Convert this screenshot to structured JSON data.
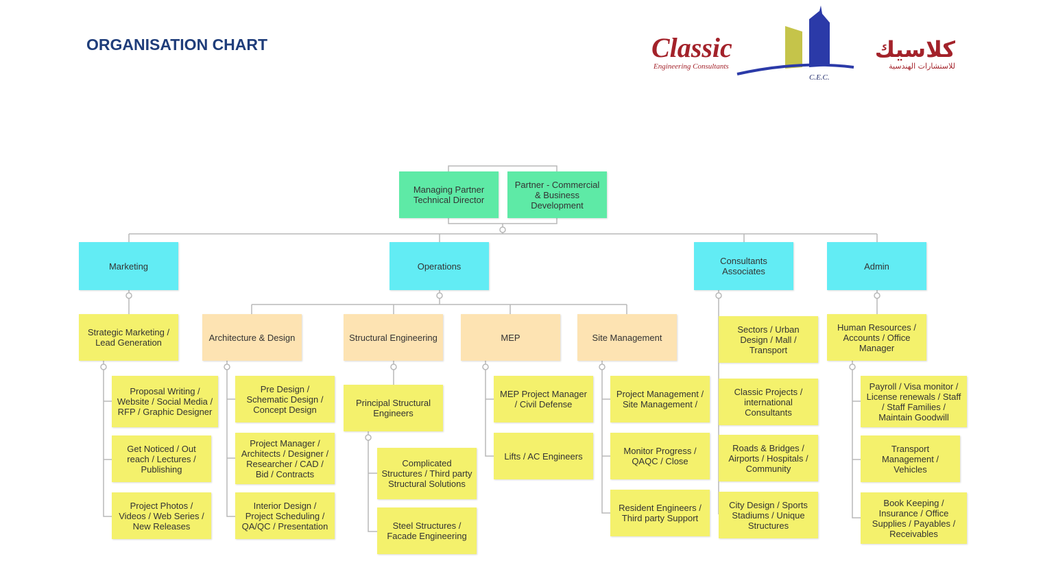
{
  "header": {
    "title": "ORGANISATION CHART",
    "logo": {
      "name_en": "Classic",
      "subtitle_en": "Engineering Consultants",
      "initials": "C.E.C.",
      "name_ar": "كلاسيك",
      "subtitle_ar": "للاستشارات الهندسية"
    }
  },
  "top": {
    "managing_partner": "Managing Partner Technical Director",
    "partner": "Partner - Commercial & Business Development"
  },
  "departments": {
    "marketing": "Marketing",
    "operations": "Operations",
    "consultants": "Consultants Associates",
    "admin": "Admin"
  },
  "marketing": {
    "head": "Strategic Marketing / Lead Generation",
    "items": [
      "Proposal Writing / Website / Social Media / RFP / Graphic Designer",
      "Get Noticed / Out reach / Lectures / Publishing",
      "Project Photos / Videos / Web Series / New Releases"
    ]
  },
  "operations": {
    "architecture": {
      "head": "Architecture & Design",
      "items": [
        "Pre Design / Schematic Design / Concept Design",
        "Project Manager / Architects / Designer / Researcher / CAD / Bid / Contracts",
        "Interior Design / Project Scheduling / QA/QC / Presentation"
      ]
    },
    "structural": {
      "head": "Structural Engineering",
      "sub": "Principal Structural Engineers",
      "items": [
        "Complicated Structures / Third party Structural Solutions",
        "Steel Structures / Facade Engineering"
      ]
    },
    "mep": {
      "head": "MEP",
      "items": [
        "MEP Project Manager /  Civil Defense",
        "Lifts / AC Engineers"
      ]
    },
    "site": {
      "head": "Site Management",
      "items": [
        "Project Management / Site Management /",
        "Monitor Progress / QAQC / Close",
        "Resident Engineers / Third party Support"
      ]
    }
  },
  "consultants": {
    "items": [
      "Sectors / Urban Design / Mall / Transport",
      "Classic Projects / international Consultants",
      "Roads & Bridges / Airports / Hospitals / Community",
      "City Design / Sports Stadiums / Unique Structures"
    ]
  },
  "admin": {
    "head": "Human Resources / Accounts / Office Manager",
    "items": [
      "Payroll / Visa monitor / License renewals / Staff / Staff Families / Maintain Goodwill",
      "Transport Management / Vehicles",
      "Book Keeping / Insurance / Office Supplies / Payables / Receivables"
    ]
  }
}
